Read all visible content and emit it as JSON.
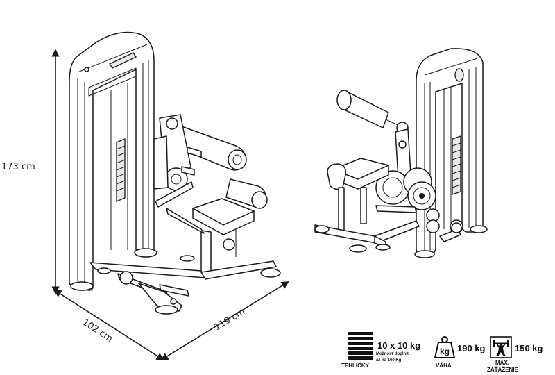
{
  "dimensions": {
    "height": "173 cm",
    "depth": "102 cm",
    "width": "119 cm"
  },
  "specs": {
    "plates": {
      "icon": "weight-stack-icon",
      "value": "10 x 10 kg",
      "note_line1": "Možnosť doplniť",
      "note_line2": "až na 160 Kg",
      "label": "TEHLIČKY"
    },
    "weight": {
      "icon": "kg-weight-icon",
      "value": "190 kg",
      "label": "VÁHA"
    },
    "max_load": {
      "icon": "weightlifter-icon",
      "value": "150 kg",
      "label_line1": "MAX.",
      "label_line2": "ZAŤAŽENIE"
    }
  }
}
